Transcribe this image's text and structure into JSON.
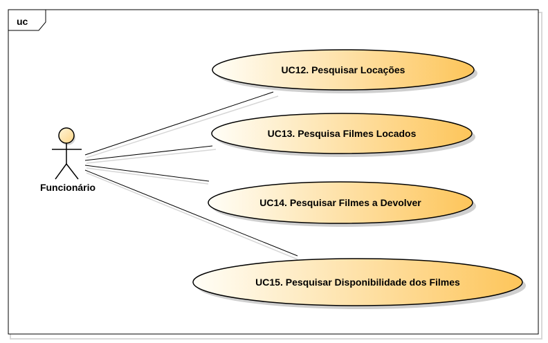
{
  "frame": {
    "label": "uc"
  },
  "actor": {
    "name": "Funcionário"
  },
  "use_cases": [
    {
      "label": "UC12. Pesquisar Locações"
    },
    {
      "label": "UC13. Pesquisa Filmes Locados"
    },
    {
      "label": "UC14. Pesquisar Filmes a Devolver"
    },
    {
      "label": "UC15. Pesquisar Disponibilidade dos Filmes"
    }
  ],
  "colors": {
    "use_case_fill_light": "#fffef7",
    "use_case_fill_dark": "#fdc55a",
    "actor_head_fill": "#fdd586",
    "line": "#000000",
    "shadow": "#cfcfcf"
  }
}
